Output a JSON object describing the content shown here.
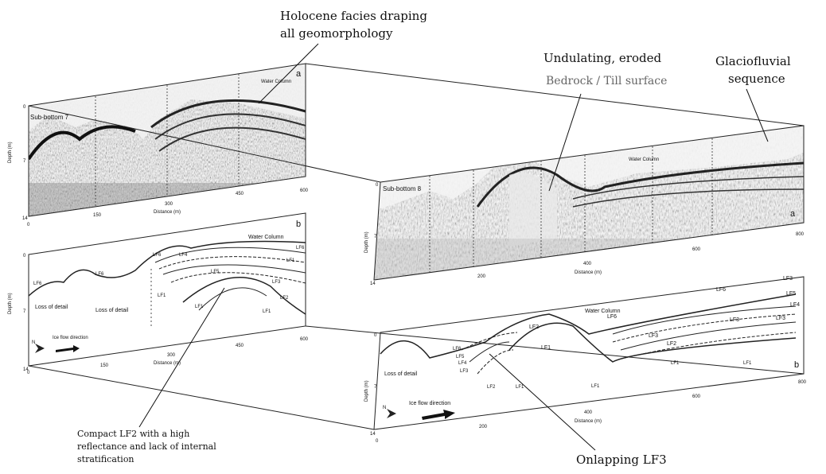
{
  "annotations": {
    "holocene_line1": "Holocene facies draping",
    "holocene_line2": "all geomorphology",
    "undulating": "Undulating, eroded",
    "bedrock": "Bedrock / Till surface",
    "glacio_line1": "Glaciofluvial",
    "glacio_line2": "sequence",
    "compact_line1": "Compact LF2 with a high",
    "compact_line2": "reflectance and lack of internal",
    "compact_line3": "stratification",
    "onlapping": "Onlapping LF3"
  },
  "left_profile": {
    "panel_a": {
      "letter": "a",
      "sub_bottom": "Sub-bottom 7",
      "water_column": "Water Column",
      "y_label": "Depth (m)",
      "x_label": "Distance (m)",
      "y_ticks": [
        "0",
        "7",
        "14"
      ],
      "x_ticks": [
        "0",
        "150",
        "300",
        "450",
        "600"
      ]
    },
    "panel_b": {
      "letter": "b",
      "water_column": "Water Column",
      "y_label": "Depth (m)",
      "x_label": "Distance (m)",
      "y_ticks": [
        "0",
        "7",
        "14"
      ],
      "x_ticks": [
        "0",
        "150",
        "300",
        "450",
        "600"
      ],
      "loss_of_detail": "Loss of detail",
      "ice_flow": "Ice flow direction",
      "north": "N",
      "facies_labels": [
        "LF6",
        "LF6",
        "LF6",
        "LF4",
        "LF1",
        "LF6",
        "LF5",
        "LF3",
        "LF1",
        "LF2",
        "LF1",
        "LF1"
      ]
    }
  },
  "right_profile": {
    "panel_a": {
      "letter": "a",
      "sub_bottom": "Sub-bottom 8",
      "water_column": "Water Column",
      "y_label": "Depth (m)",
      "x_label": "Distance (m)",
      "y_ticks": [
        "0",
        "7",
        "14"
      ],
      "x_ticks": [
        "200",
        "400",
        "600",
        "800"
      ]
    },
    "panel_b": {
      "letter": "b",
      "water_column": "Water Column",
      "y_label": "Depth (m)",
      "x_label": "Distance (m)",
      "y_ticks": [
        "0",
        "7",
        "14"
      ],
      "x_ticks": [
        "0",
        "200",
        "400",
        "600",
        "800"
      ],
      "loss_of_detail": "Loss of detail",
      "ice_flow": "Ice flow direction",
      "north": "N",
      "facies_labels": [
        "LF6",
        "LF5",
        "LF4",
        "LF3",
        "LF2",
        "LF1",
        "LF2",
        "LF1",
        "LF1",
        "LF6",
        "LF3",
        "LF2",
        "LF1",
        "LF1",
        "LF3",
        "LF3",
        "LF5",
        "LF4",
        "LF3",
        "LF6"
      ]
    }
  }
}
